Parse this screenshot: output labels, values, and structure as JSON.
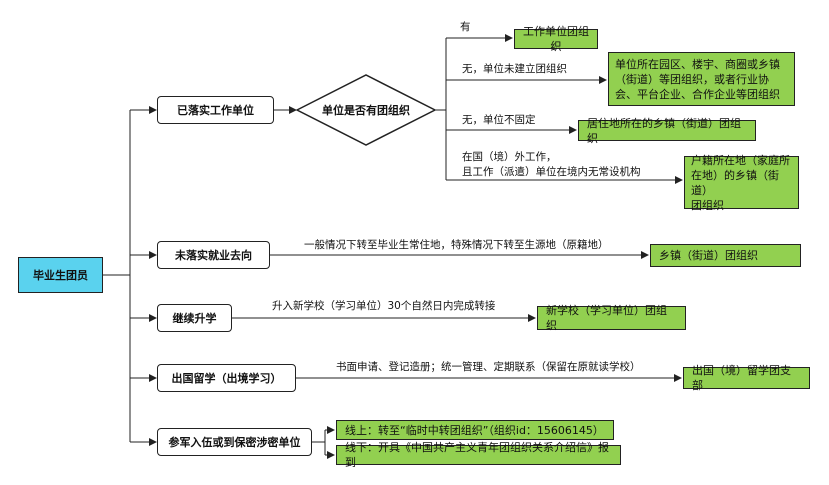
{
  "root": "毕业生团员",
  "branches": {
    "b1": "已落实工作单位",
    "b2": "未落实就业去向",
    "b3": "继续升学",
    "b4": "出国留学（出境学习）",
    "b5": "参军入伍或到保密涉密单位"
  },
  "decision": "单位是否有团组织",
  "edge_labels": {
    "has": "有",
    "no_unit": "无，单位未建立团组织",
    "no_fixed": "无，单位不固定",
    "abroad_1": "在国（境）外工作，",
    "abroad_2": "且工作（派遣）单位在境内无常设机构",
    "b2": "一般情况下转至毕业生常住地，特殊情况下转至生源地（原籍地）",
    "b3": "升入新学校（学习单位）30个自然日内完成转接",
    "b4": "书面申请、登记造册；统一管理、定期联系（保留在原就读学校）"
  },
  "leaves": {
    "work_unit": "工作单位团组织",
    "park_1": "单位所在园区、楼宇、商圈或乡镇",
    "park_2": "（街道）等团组织，或者行业协",
    "park_3": "会、平台企业、合作企业等团组织",
    "residence": "居住地所在的乡镇（街道）团组织",
    "household_1": "户籍所在地（家庭所",
    "household_2": "在地）的乡镇（街道）",
    "household_3": "团组织",
    "township": "乡镇（街道）团组织",
    "new_school": "新学校（学习单位）团组织",
    "overseas": "出国（境）留学团支部",
    "online": "线上：转至“临时中转团组织”（组织id：15606145）",
    "offline": "线下：开具《中国共产主义青年团组织关系介绍信》报到"
  }
}
